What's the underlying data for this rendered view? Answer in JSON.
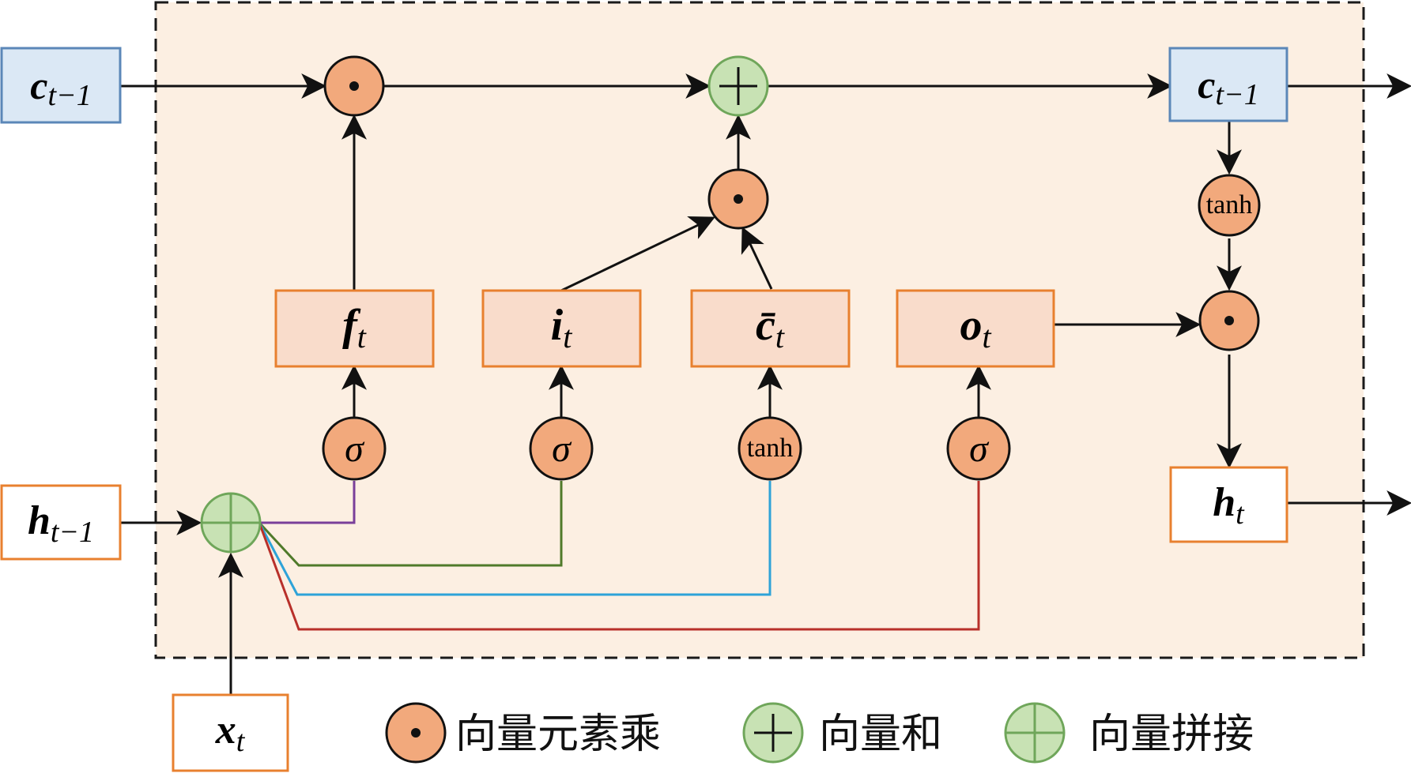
{
  "colors": {
    "cell_background": "#fcefe2",
    "cell_border": "#1a1a1a",
    "gate_box_fill": "#f9dccb",
    "gate_box_stroke": "#e8802f",
    "cell_state_box_fill": "#dbe8f5",
    "cell_state_box_stroke": "#5b87b8",
    "io_box_fill": "#ffffff",
    "io_box_stroke": "#e8802f",
    "op_circle_fill": "#f2a97c",
    "add_circle_fill": "#c8e2b4",
    "add_circle_stroke": "#6fa65a",
    "line_forget": "#7a3f9a",
    "line_input": "#4f7a2a",
    "line_candidate": "#2ea3d8",
    "line_output": "#b8302a"
  },
  "inputs": {
    "c_prev": {
      "main": "c",
      "sub": "t−1"
    },
    "h_prev": {
      "main": "h",
      "sub": "t−1"
    },
    "x_t": {
      "main": "x",
      "sub": "t"
    }
  },
  "outputs": {
    "c_out": {
      "main": "c",
      "sub": "t−1"
    },
    "h_t": {
      "main": "h",
      "sub": "t"
    }
  },
  "gates": {
    "forget": {
      "main": "f",
      "sub": "t"
    },
    "input": {
      "main": "i",
      "sub": "t"
    },
    "candidate": {
      "main": "c̄",
      "sub": "t"
    },
    "output": {
      "main": "o",
      "sub": "t"
    }
  },
  "activations": {
    "sigma": "σ",
    "tanh": "tanh"
  },
  "operators": {
    "multiply_symbol": "•",
    "add_symbol": "+"
  },
  "legend": {
    "multiply_label": "向量元素乘",
    "add_label": "向量和",
    "concat_label": "向量拼接"
  }
}
